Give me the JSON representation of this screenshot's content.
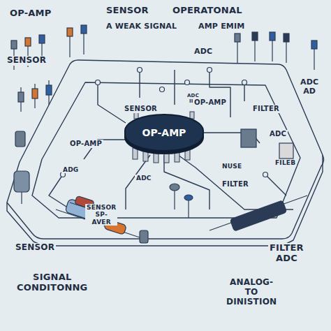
{
  "diagram": {
    "nodes": [
      {
        "text": [
          "OP-AMP"
        ]
      }
    ],
    "labels": [
      "OP-AMP",
      "SENSOR",
      "A WEAK SIGNAL",
      "OPERATONAL",
      "AMP EMIM",
      "ADC",
      "SENSOR",
      "ADC AD",
      "ADC IIC",
      "SENSOR",
      "OP-AMP",
      "FILTER",
      "OP-AMP",
      "ADC",
      "NUSE",
      "FILEB",
      "ADG",
      "ADC",
      "FILTER",
      "SENSOR SP-AVER",
      "SENSOR",
      "SIGNAL CONDITONNG",
      "FILTER ADC",
      "ANALOG-TO DINISTION"
    ]
  }
}
